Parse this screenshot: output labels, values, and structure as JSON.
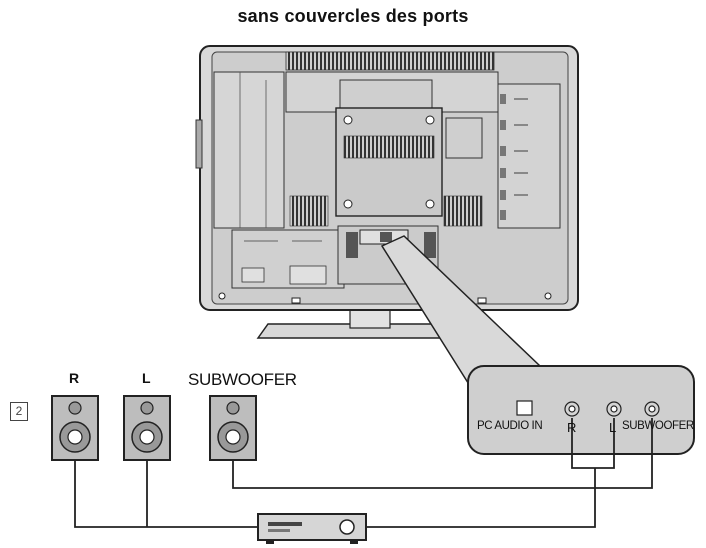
{
  "title": "sans couvercles des ports",
  "step_number": "2",
  "speakers": {
    "right_label": "R",
    "left_label": "L",
    "subwoofer_label": "SUBWOOFER"
  },
  "panel": {
    "pc_audio_in_label": "PC AUDIO IN",
    "r_label": "R",
    "l_label": "L",
    "subwoofer_label": "SUBWOOFER"
  },
  "colors": {
    "line": "#222222",
    "tv_body": "#d9d9d9",
    "panel_fill": "#cfcfcf"
  }
}
